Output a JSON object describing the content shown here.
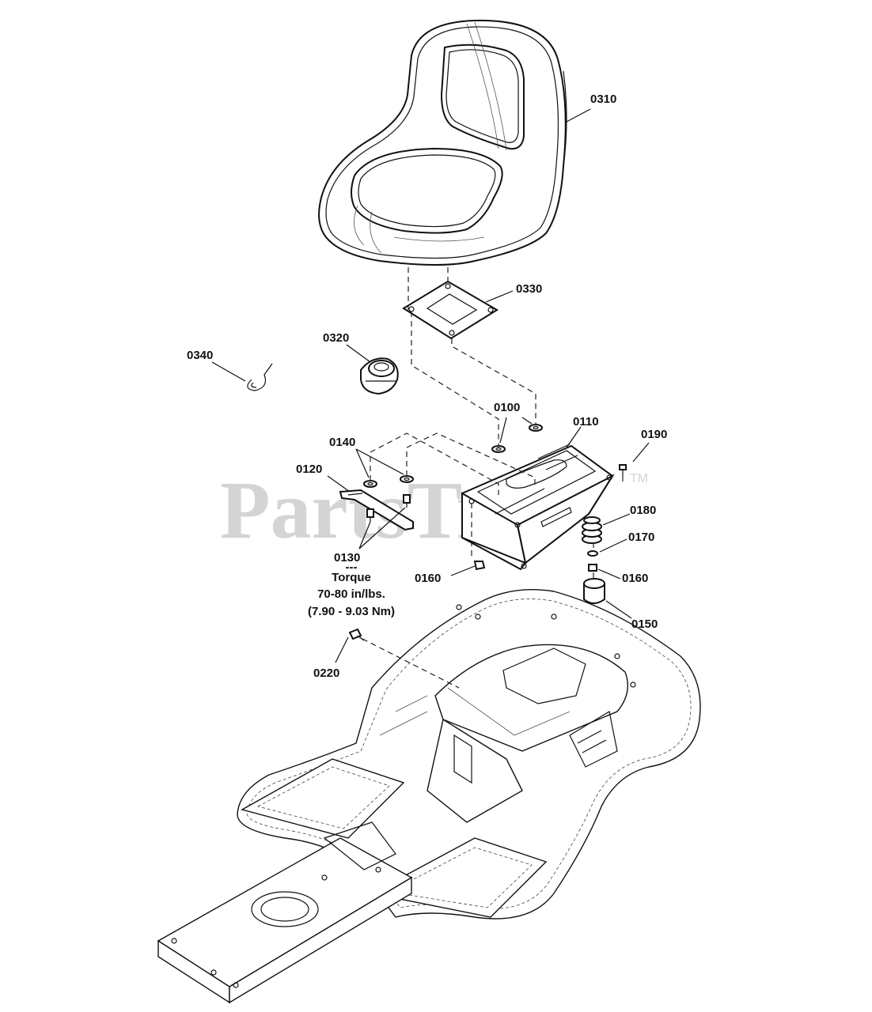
{
  "watermark": {
    "text": "PartsTree",
    "trademark": "TM"
  },
  "callouts": [
    {
      "id": "0310"
    },
    {
      "id": "0330"
    },
    {
      "id": "0320"
    },
    {
      "id": "0340"
    },
    {
      "id": "0100"
    },
    {
      "id": "0110"
    },
    {
      "id": "0190"
    },
    {
      "id": "0140"
    },
    {
      "id": "0120"
    },
    {
      "id": "0180"
    },
    {
      "id": "0170"
    },
    {
      "id": "0130"
    },
    {
      "id": "0160"
    },
    {
      "id": "0160"
    },
    {
      "id": "0150"
    },
    {
      "id": "0220"
    }
  ],
  "torque_note": {
    "separator": "---",
    "label": "Torque",
    "value_imperial": "70-80 in/lbs.",
    "value_metric": "(7.90 - 9.03 Nm)"
  }
}
